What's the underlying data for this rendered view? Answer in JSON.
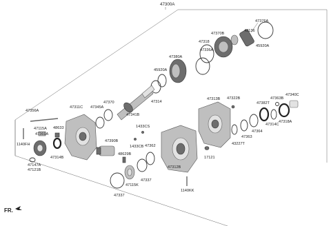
{
  "assembly_label": "47300A",
  "fr_label": "FR.",
  "callouts": {
    "c47376A": "47376A",
    "c43136": "43136",
    "c47370B": "47370B",
    "c45920A_top": "45920A",
    "c47318": "47318",
    "c47336A": "47336A",
    "c47380A": "47380A",
    "c45920A_mid": "45920A",
    "c47370": "47370",
    "c47314": "47314",
    "c47341B": "47341B",
    "c47311C": "47311C",
    "c47345A": "47345A",
    "c47356A": "47356A",
    "c47115A": "47115A",
    "c47369A": "47369A",
    "c48633": "48633",
    "c1140FH": "1140FH",
    "c47314B": "47314B",
    "c47147A": "47147A",
    "c47121B": "47121B",
    "c47390B": "47390B",
    "c1433CS": "1433CS",
    "c1433CB": "1433CB",
    "c48629B": "48629B",
    "c47362": "47362",
    "c47337_a": "47337",
    "c47115K": "47115K",
    "c47337_b": "47337",
    "c47312B": "47312B",
    "c1140KK": "1140KK",
    "c17121": "17121",
    "c47313B": "47313B",
    "c47322B": "47322B",
    "c47382T": "47382T",
    "c47363B": "47363B",
    "c47340C": "47340C",
    "c47318A": "47318A",
    "c47314C": "47314C",
    "c47364": "47364",
    "c47363": "47363",
    "c43227T": "43227T"
  }
}
